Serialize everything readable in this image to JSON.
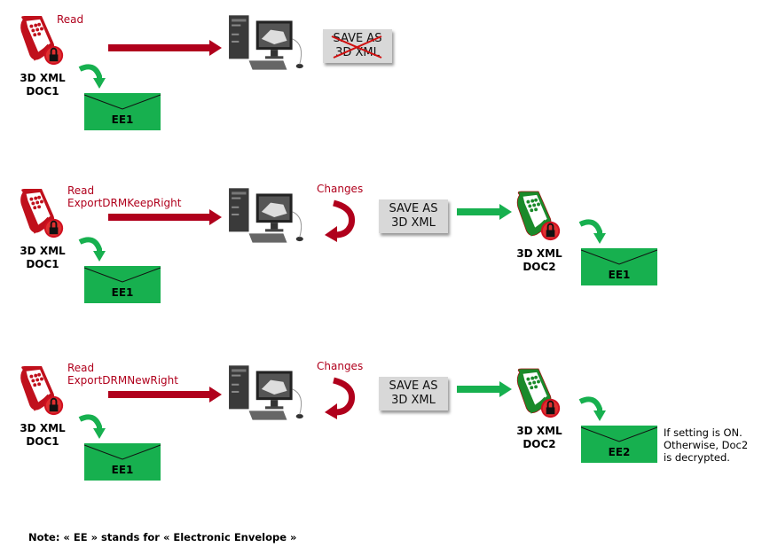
{
  "colors": {
    "red": "#b0001c",
    "green": "#17b04f",
    "box": "#d8d8d8"
  },
  "rows": [
    {
      "action_labels": [
        "Read"
      ],
      "doc_source": {
        "line1": "3D XML",
        "line2": "DOC1",
        "icon": "secure-document-icon-red"
      },
      "envelope_source": "EE1",
      "computer_icon": "workstation-icon",
      "save_box": {
        "line1": "SAVE AS",
        "line2": "3D XML",
        "crossed_out": true
      }
    },
    {
      "action_labels": [
        "Read",
        "ExportDRMKeepRight"
      ],
      "doc_source": {
        "line1": "3D XML",
        "line2": "DOC1",
        "icon": "secure-document-icon-red"
      },
      "envelope_source": "EE1",
      "computer_icon": "workstation-icon",
      "changes_label": "Changes",
      "save_box": {
        "line1": "SAVE AS",
        "line2": "3D XML",
        "crossed_out": false
      },
      "doc_target": {
        "line1": "3D XML",
        "line2": "DOC2",
        "icon": "secure-document-icon-green"
      },
      "envelope_target": "EE1"
    },
    {
      "action_labels": [
        "Read",
        "ExportDRMNewRight"
      ],
      "doc_source": {
        "line1": "3D XML",
        "line2": "DOC1",
        "icon": "secure-document-icon-red"
      },
      "envelope_source": "EE1",
      "computer_icon": "workstation-icon",
      "changes_label": "Changes",
      "save_box": {
        "line1": "SAVE AS",
        "line2": "3D XML",
        "crossed_out": false
      },
      "doc_target": {
        "line1": "3D XML",
        "line2": "DOC2",
        "icon": "secure-document-icon-green"
      },
      "envelope_target": "EE2",
      "side_note": [
        "If setting is ON.",
        "Otherwise, Doc2",
        "is decrypted."
      ]
    }
  ],
  "note": "Note: « EE » stands for « Electronic Envelope »"
}
